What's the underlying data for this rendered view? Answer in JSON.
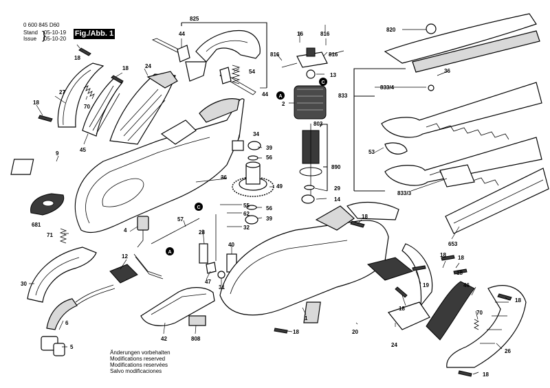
{
  "header": {
    "doc_number": "0 600 845 D60",
    "stand_label": "Stand",
    "stand_value": "05-10-19",
    "issue_label": "Issue",
    "issue_value": "05-10-20",
    "figure_label": "Fig./Abb. 1"
  },
  "footer_notes": [
    "Änderungen vorbehalten",
    "Modifications reserved",
    "Modifications reservées",
    "Salvo modificaciones"
  ],
  "callouts": {
    "c825": "825",
    "c44a": "44",
    "c44b": "44",
    "c18a": "18",
    "c18b": "18",
    "c18c": "18",
    "c24a": "24",
    "c27": "27",
    "c70a": "70",
    "c45": "45",
    "c54": "54",
    "c9": "9",
    "c681": "681",
    "c71": "71",
    "c30": "30",
    "c6": "6",
    "c5": "5",
    "c4": "4",
    "c12": "12",
    "c57": "57",
    "c28": "28",
    "c40": "40",
    "c47": "47",
    "c31": "31",
    "c42": "42",
    "c808": "808",
    "c34": "34",
    "c39a": "39",
    "c56a": "56",
    "c36a": "36",
    "c49": "49",
    "c55": "55",
    "c62": "62",
    "c32": "32",
    "c56b": "56",
    "c39b": "39",
    "c16": "16",
    "c816a": "816",
    "c816b": "816",
    "c816c": "816",
    "c13": "13",
    "c2": "2",
    "c803": "803",
    "c890": "890",
    "c29": "29",
    "c14": "14",
    "c820": "820",
    "c36b": "36",
    "c833": "833",
    "c8334": "833/4",
    "c53": "53",
    "c8333": "833/3",
    "c653": "653",
    "c18d": "18",
    "c18e": "18",
    "c18f": "18",
    "c18g": "18",
    "c18h": "18",
    "c18i": "18",
    "c1": "1",
    "c20": "20",
    "c19": "19",
    "c46": "46",
    "c70b": "70",
    "c24b": "24",
    "c26": "26",
    "c18j": "18",
    "c18k": "18"
  },
  "ref_markers": {
    "a1": "A",
    "a2": "A",
    "c1": "C",
    "c2": "C"
  }
}
